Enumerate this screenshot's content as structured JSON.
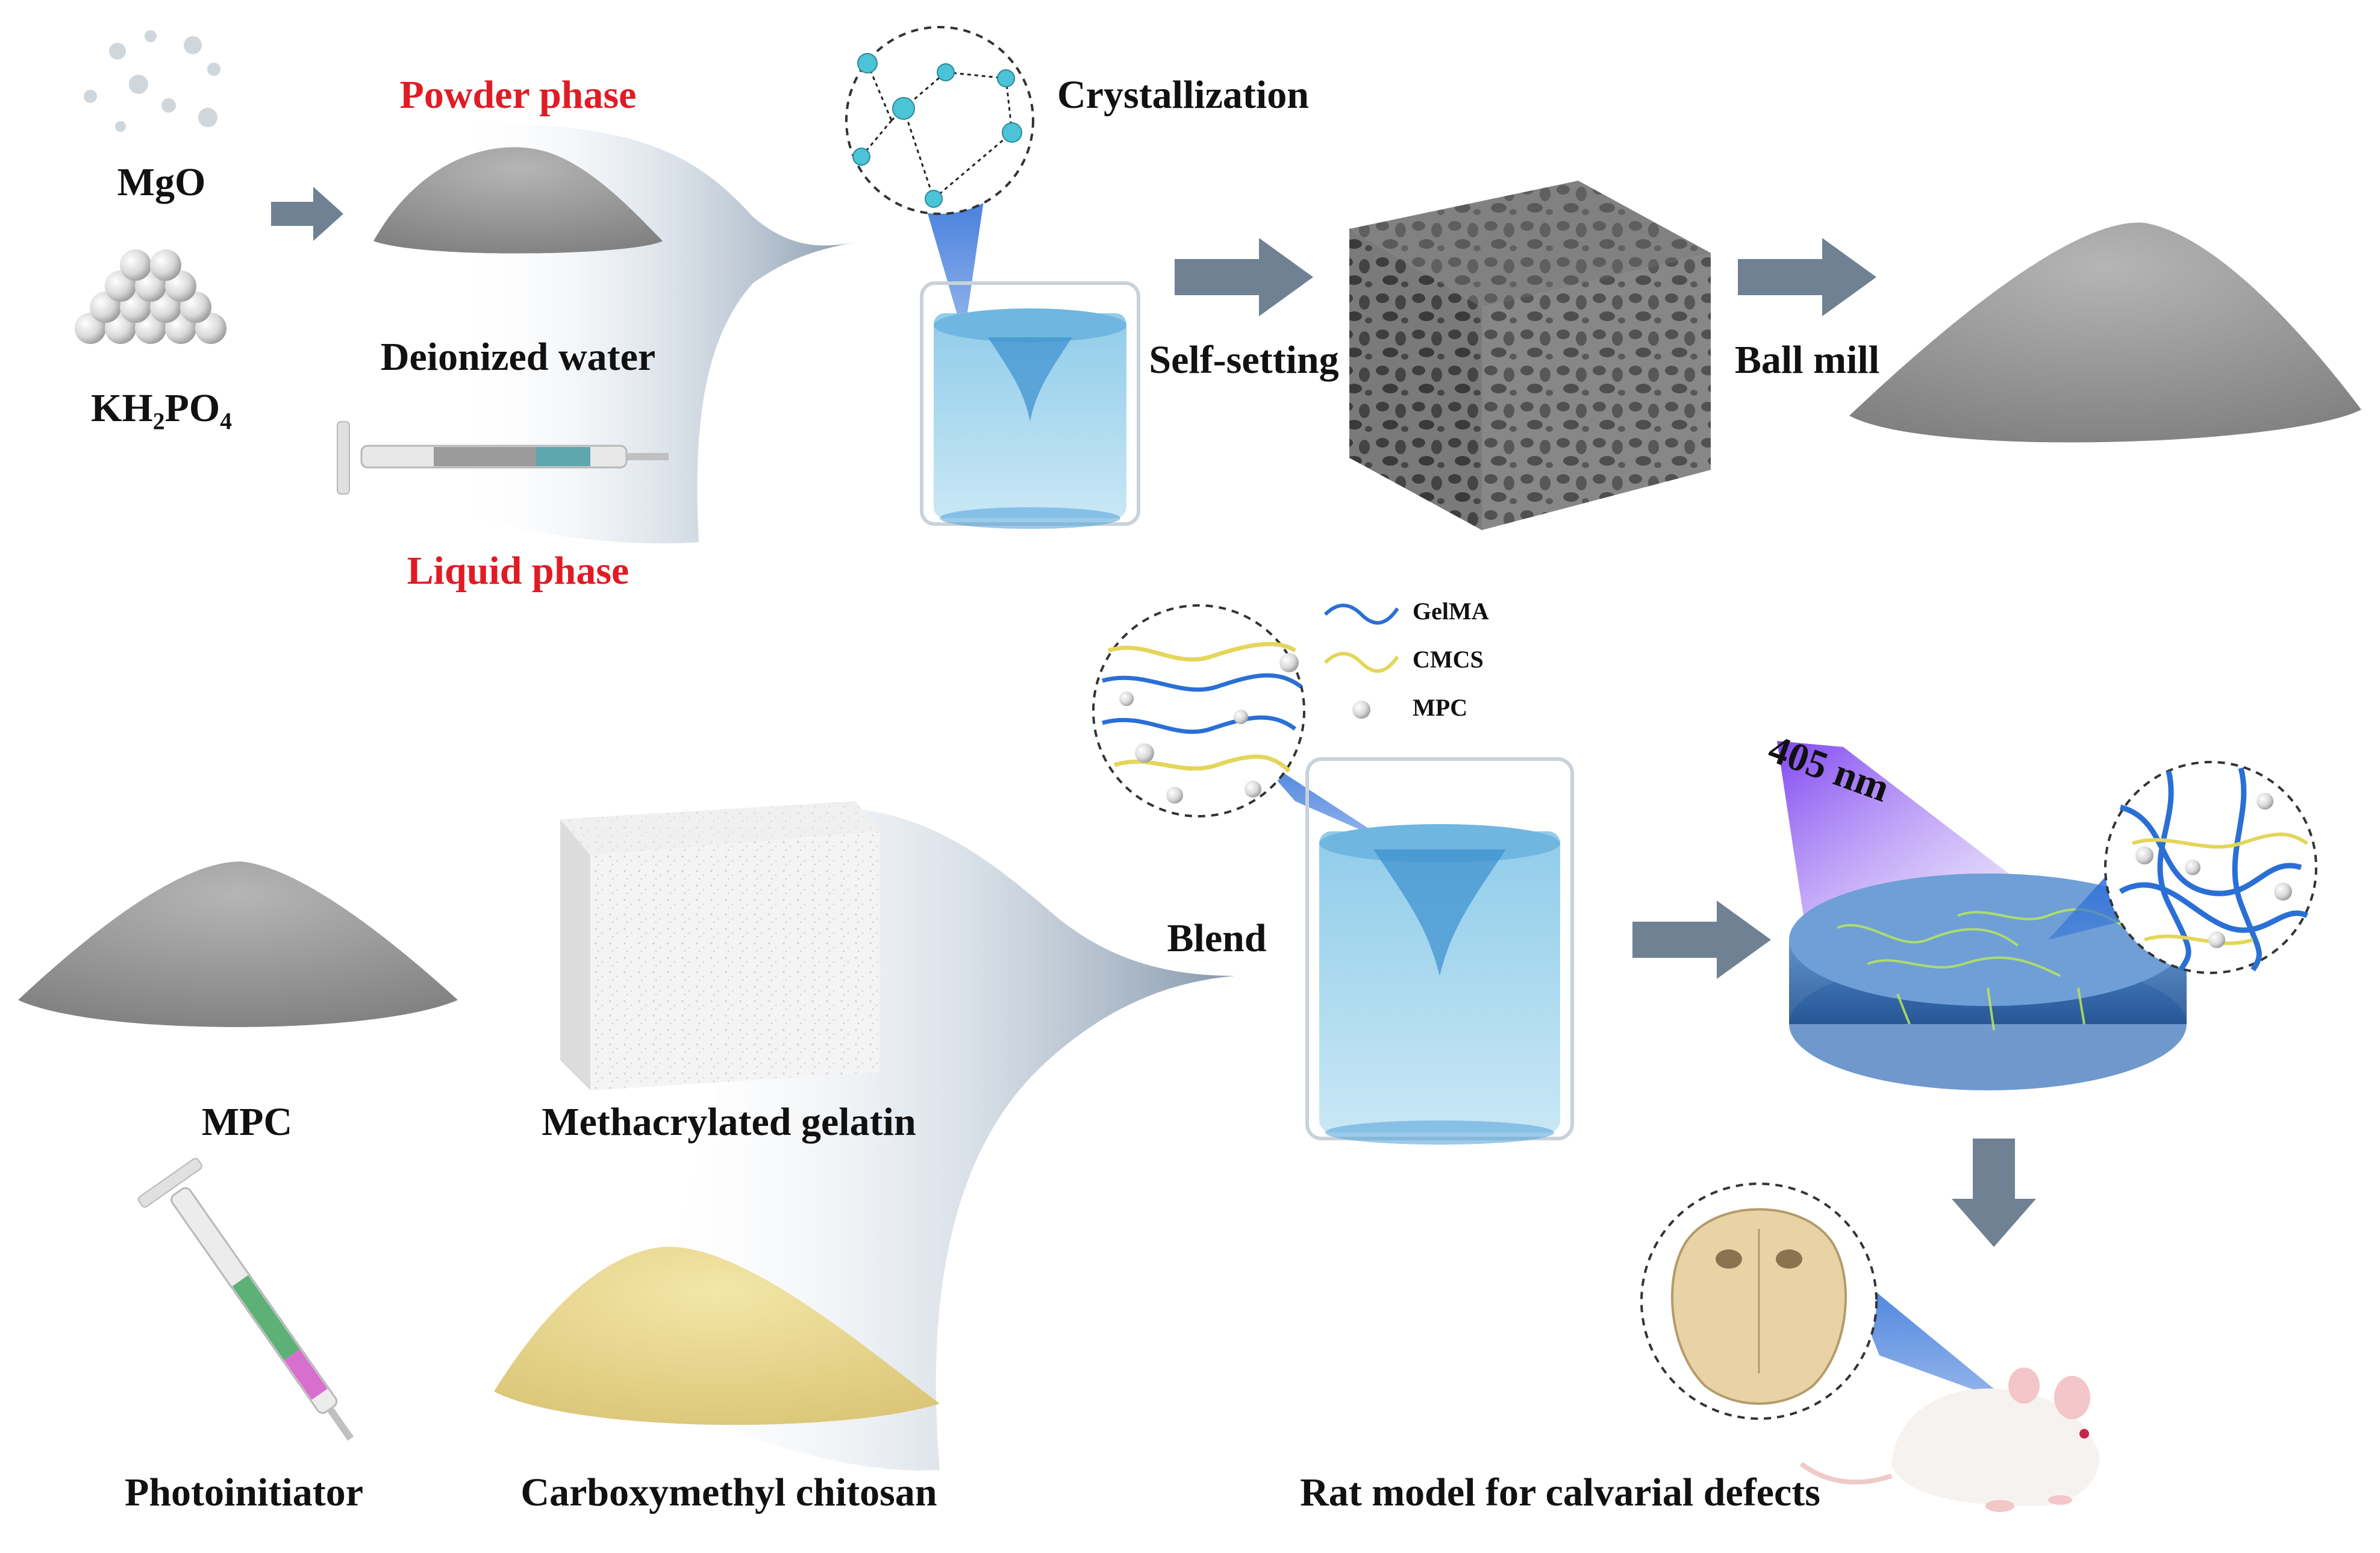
{
  "colors": {
    "accent_red": "#e01b24",
    "arrow_gray": "#6f8193",
    "water_blue": "#a9d6ea",
    "gelma_blue": "#2a6fd6",
    "cmcs_yellow": "#e3d65a",
    "mpc_particle": "#c8c8c8",
    "powder_gray": "#9a9a9a",
    "chitosan_yellow": "#e8d68c",
    "beam_purple": "#8a5cf0"
  },
  "top_row": {
    "mgo_label": "MgO",
    "kh2po4_label": "KH₂PO₄",
    "powder_phase_label": "Powder phase",
    "deionized_water_label": "Deionized water",
    "liquid_phase_label": "Liquid phase",
    "crystallization_label": "Crystallization",
    "self_setting_label": "Self-setting",
    "ball_mill_label": "Ball mill"
  },
  "bottom_row": {
    "mpc_label": "MPC",
    "methacrylated_gelatin_label": "Methacrylated gelatin",
    "photoinitiator_label": "Photoinitiator",
    "carboxymethyl_chitosan_label": "Carboxymethyl chitosan",
    "blend_label": "Blend",
    "wavelength_label": "405 nm",
    "rat_model_label": "Rat model for calvarial defects"
  },
  "legend": {
    "items": [
      {
        "label": "GelMA",
        "icon": "blue-wave-icon"
      },
      {
        "label": "CMCS",
        "icon": "yellow-wave-icon"
      },
      {
        "label": "MPC",
        "icon": "gray-particle-icon"
      }
    ]
  }
}
